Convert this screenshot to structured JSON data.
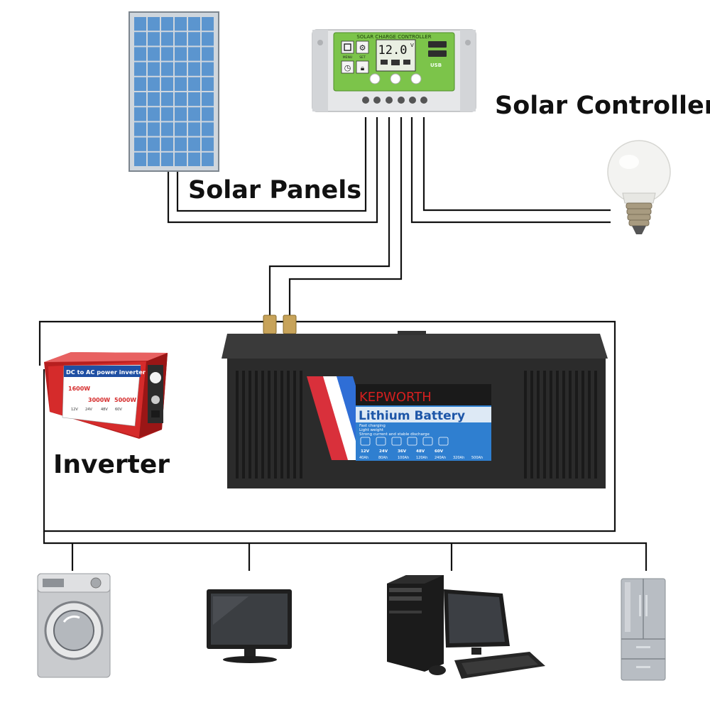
{
  "labels": {
    "solar_panels": "Solar Panels",
    "solar_controller": "Solar Controller",
    "inverter": "Inverter"
  },
  "controller": {
    "title": "SOLAR CHARGE CONTROLLER",
    "voltage": "12.0",
    "unit": "V",
    "usb": "USB",
    "btn_menu": "MENU",
    "btn_set": "SET"
  },
  "battery": {
    "brand": "KEPWORTH",
    "title": "Lithium Battery",
    "features": [
      "Fast charging",
      "Light weight",
      "Strong current and stable discharge"
    ],
    "voltages": [
      "12V",
      "24V",
      "36V",
      "48V",
      "60V"
    ],
    "capacities": [
      "40Ah",
      "80Ah",
      "100Ah",
      "120Ah",
      "240Ah",
      "320Ah",
      "500Ah"
    ]
  },
  "inverter_device": {
    "title": "DC to AC power inverter",
    "ratings": [
      "1600W",
      "3000W",
      "5000W"
    ],
    "voltages": [
      "12V",
      "24V",
      "48V",
      "60V"
    ]
  },
  "colors": {
    "wire": "#111111",
    "panel_cell": "#5b95cf",
    "controller_screen": "#7cc44a",
    "battery_body": "#2b2b2b",
    "inverter_red": "#d52b2b",
    "battery_label_blue": "#2f7fd0"
  }
}
